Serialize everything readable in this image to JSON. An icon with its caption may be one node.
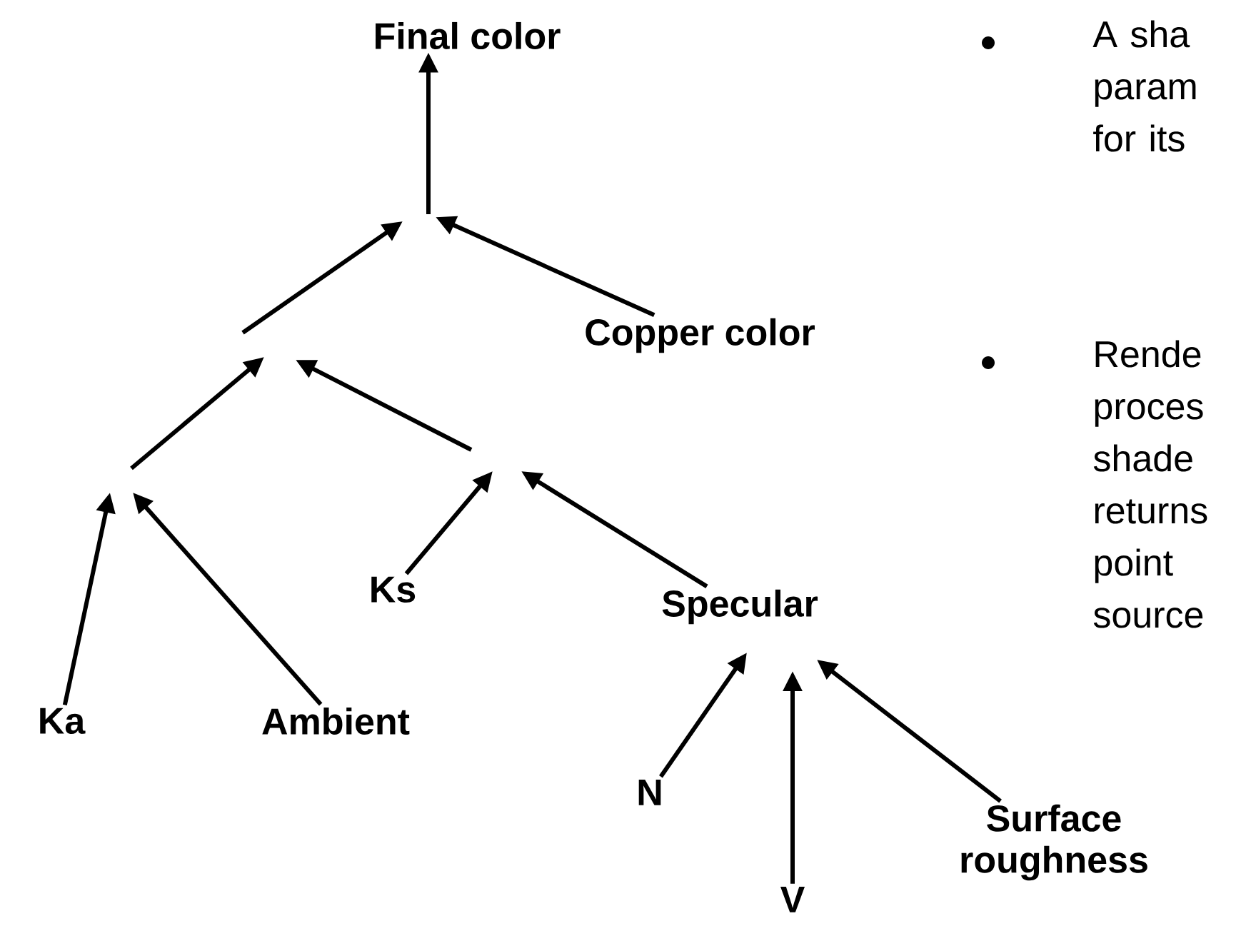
{
  "diagram": {
    "nodes": [
      {
        "text": [
          "Final color"
        ]
      },
      {
        "text": [
          "Copper color"
        ]
      },
      {
        "text": [
          "Ks"
        ]
      },
      {
        "text": [
          "Specular"
        ]
      },
      {
        "text": [
          "Ka"
        ]
      },
      {
        "text": [
          "Ambient"
        ]
      },
      {
        "text": [
          "N"
        ]
      },
      {
        "text": [
          "Surface roughness"
        ]
      },
      {
        "text": [
          "V"
        ]
      }
    ],
    "edges": [
      {
        "from": null,
        "to": 0,
        "arrow": "to"
      },
      {
        "from": 1,
        "to": null,
        "arrow": "to"
      },
      {
        "from": 2,
        "to": null,
        "arrow": "to"
      },
      {
        "from": 3,
        "to": null,
        "arrow": "to"
      },
      {
        "from": 4,
        "to": null,
        "arrow": "to"
      },
      {
        "from": 5,
        "to": null,
        "arrow": "to"
      },
      {
        "from": 6,
        "to": null,
        "arrow": "to"
      },
      {
        "from": 8,
        "to": null,
        "arrow": "to"
      },
      {
        "from": 7,
        "to": null,
        "arrow": "to"
      }
    ],
    "labels": [
      "A sha param for its",
      "Rende proces shade returns point source"
    ]
  }
}
